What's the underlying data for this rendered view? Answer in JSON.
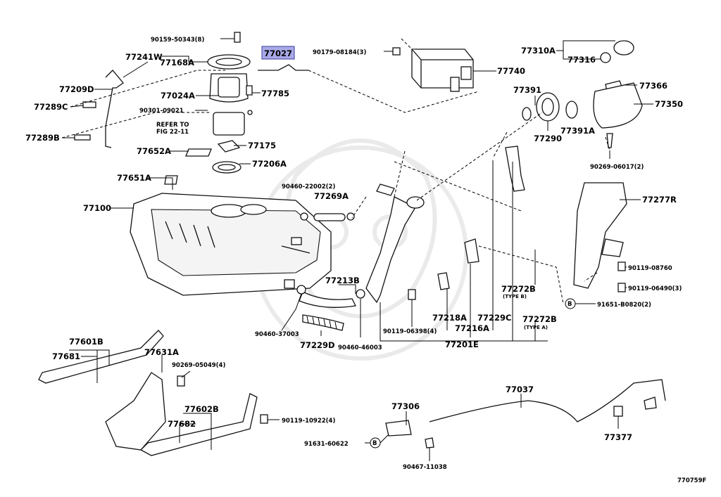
{
  "diagram": {
    "figure_code": "770759F",
    "highlighted_part": "77027",
    "labels": {
      "p90159": "90159-50343(8)",
      "p77241w": "77241W",
      "p77168a": "77168A",
      "p77027": "77027",
      "p90179": "90179-08184(3)",
      "p77740": "77740",
      "p77310a": "77310A",
      "p77316": "77316",
      "p77209d": "77209D",
      "p77024a": "77024A",
      "p77785": "77785",
      "p77289c": "77289C",
      "p90301": "90301-09021",
      "refer1": "REFER TO",
      "refer2": "FIG 22-11",
      "p77289b": "77289B",
      "p77391": "77391",
      "p77366": "77366",
      "p77350": "77350",
      "p77391a": "77391A",
      "p77290": "77290",
      "p77652a": "77652A",
      "p77175": "77175",
      "p77206a": "77206A",
      "p90269_06017": "90269-06017(2)",
      "p77651a": "77651A",
      "p90460_22002": "90460-22002(2)",
      "p77269a": "77269A",
      "p77100": "77100",
      "p77277r": "77277R",
      "p90119_08760": "90119-08760",
      "p77213b": "77213B",
      "p77272b_1": "77272B",
      "typeb": "(TYPE B)",
      "p90119_06490": "90119-06490(3)",
      "p91651": "91651-B0820(2)",
      "circle_b": "B",
      "p77218a": "77218A",
      "p77229c": "77229C",
      "p77272b_2": "77272B",
      "typea": "(TYPE A)",
      "p90460_37003": "90460-37003",
      "p90119_06398": "90119-06398(4)",
      "p77216a": "77216A",
      "p77229d": "77229D",
      "p90460_46003": "90460-46003",
      "p77201e": "77201E",
      "p77601b": "77601B",
      "p77681": "77681",
      "p77631a": "77631A",
      "p90269_05049": "90269-05049(4)",
      "p77037": "77037",
      "p77306": "77306",
      "p77602b": "77602B",
      "p77682": "77682",
      "p90119_10922": "90119-10922(4)",
      "p91631": "91631-60622",
      "p77377": "77377",
      "p90467": "90467-11038"
    }
  }
}
